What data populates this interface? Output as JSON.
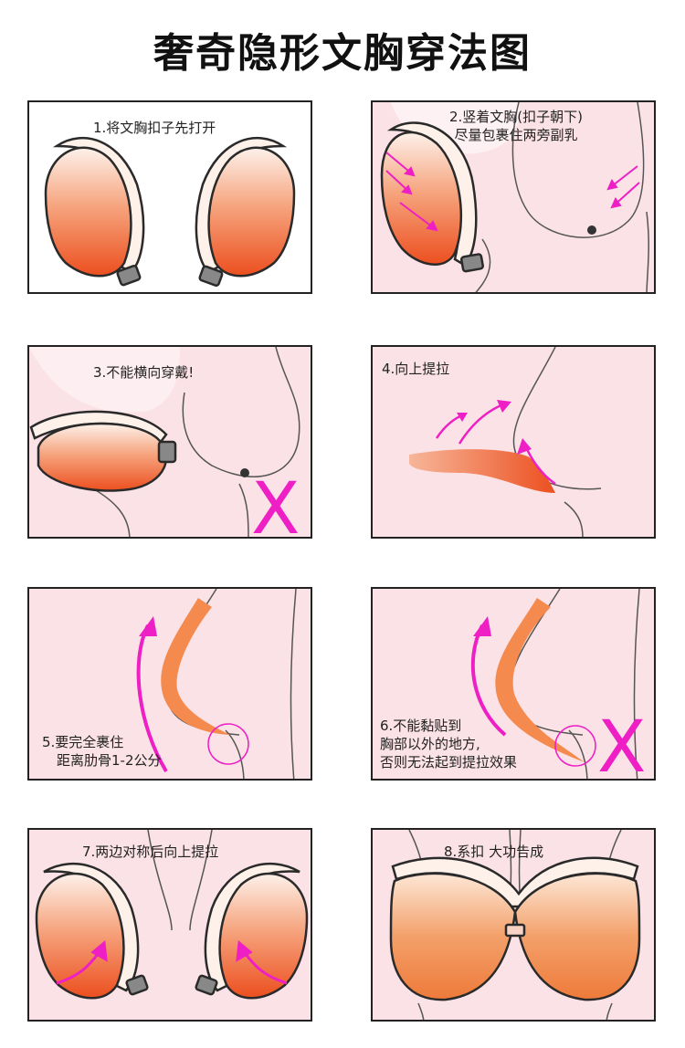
{
  "title": "奢奇隐形文胸穿法图",
  "steps": [
    {
      "lines": [
        "1.将文胸扣子先打开"
      ]
    },
    {
      "lines": [
        "2.竖着文胸(扣子朝下)",
        "尽量包裹住两旁副乳"
      ]
    },
    {
      "lines": [
        "3.不能横向穿戴!"
      ]
    },
    {
      "lines": [
        "4.向上提拉"
      ]
    },
    {
      "lines": [
        "5.要完全裹住",
        "距离肋骨1-2公分"
      ]
    },
    {
      "lines": [
        "6.不能黏贴到",
        "胸部以外的地方,",
        "否则无法起到提拉效果"
      ]
    },
    {
      "lines": [
        "7.两边对称后向上提拉"
      ]
    },
    {
      "lines": [
        "8.系扣 大功告成"
      ]
    }
  ],
  "wrong_mark": "X",
  "colors": {
    "skin": "#fadbe0",
    "cup_top": "#fbe4d8",
    "cup_bottom": "#ee5a2a",
    "arrow": "#ee1fc4",
    "outline": "#2a2a2a"
  }
}
